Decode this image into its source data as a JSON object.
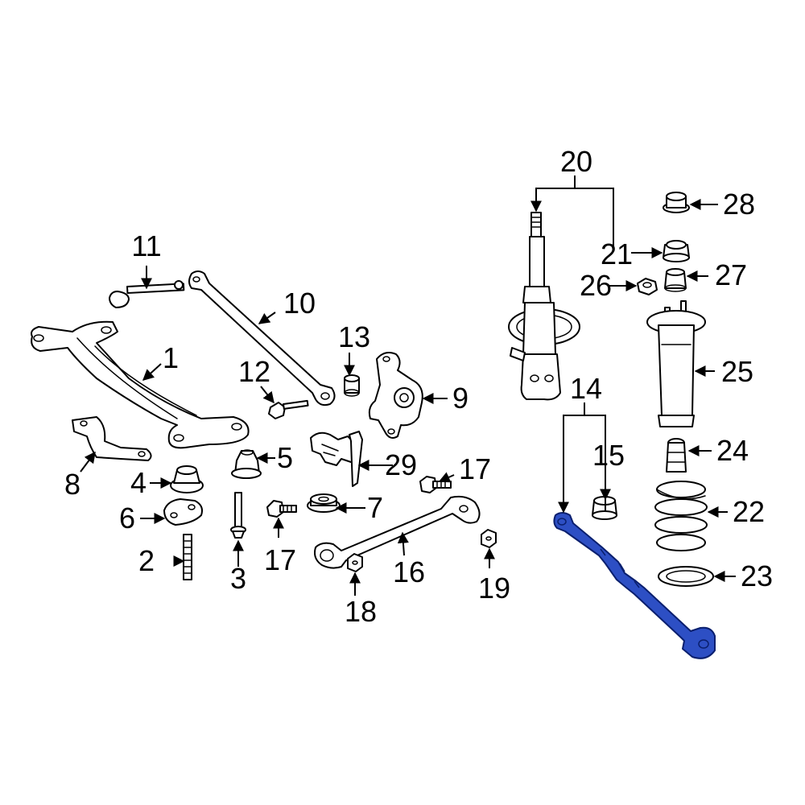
{
  "callouts": {
    "c1": "1",
    "c2": "2",
    "c3": "3",
    "c4": "4",
    "c5": "5",
    "c6": "6",
    "c7": "7",
    "c8": "8",
    "c9": "9",
    "c10": "10",
    "c11": "11",
    "c12": "12",
    "c13": "13",
    "c14": "14",
    "c15": "15",
    "c16": "16",
    "c17a": "17",
    "c17b": "17",
    "c18": "18",
    "c19": "19",
    "c20": "20",
    "c21": "21",
    "c22": "22",
    "c23": "23",
    "c24": "24",
    "c25": "25",
    "c26": "26",
    "c27": "27",
    "c28": "28",
    "c29": "29"
  },
  "highlight": {
    "part": "14",
    "color": "#2d4fc4"
  }
}
